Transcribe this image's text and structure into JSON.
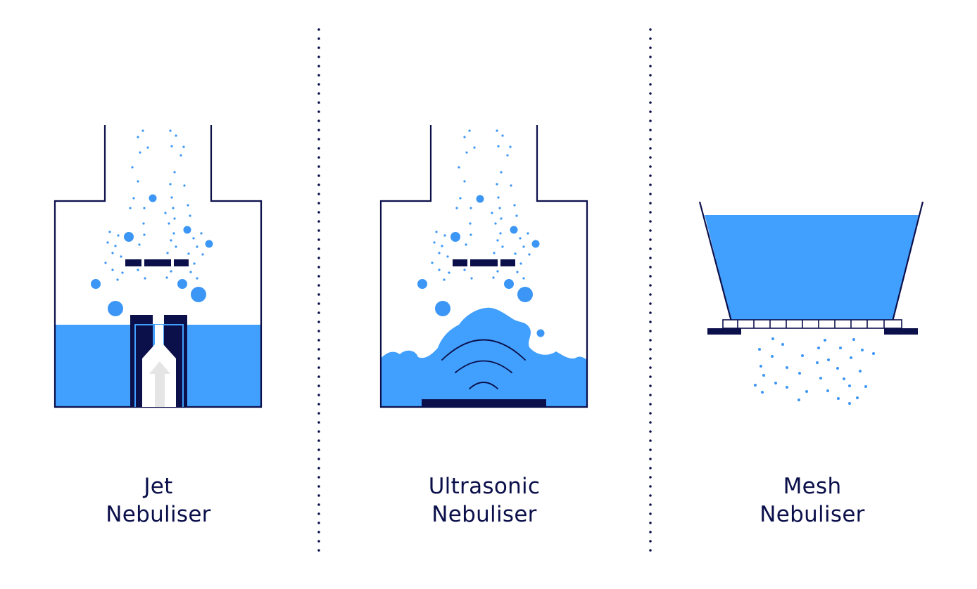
{
  "colors": {
    "navy": "#0b0f4a",
    "liquid": "#419ffd",
    "droplet": "#3c96f6",
    "air_arrow": "#e5e5e5"
  },
  "panels": [
    {
      "id": "jet",
      "line1": "Jet",
      "line2": "Nebuliser"
    },
    {
      "id": "ultrasonic",
      "line1": "Ultrasonic",
      "line2": "Nebuliser"
    },
    {
      "id": "mesh",
      "line1": "Mesh",
      "line2": "Nebuliser"
    }
  ]
}
